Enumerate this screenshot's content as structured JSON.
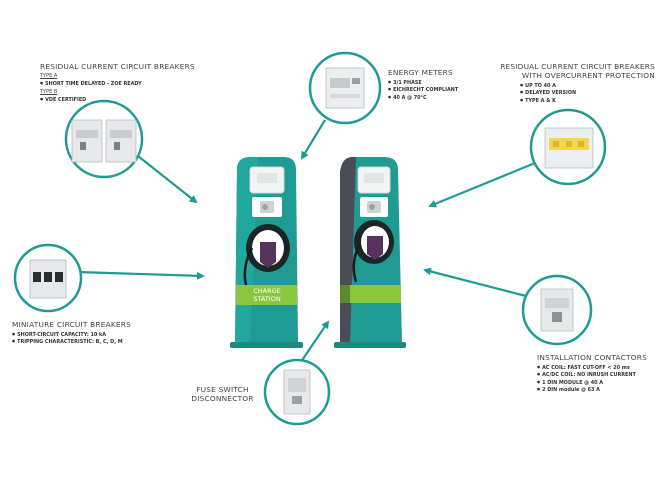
{
  "colors": {
    "teal": "#1f9b93",
    "teal_dark": "#167a74",
    "green_band": "#8cc63f",
    "grey_dark": "#4a4d55",
    "white": "#ffffff"
  },
  "station": {
    "band_line1": "CHARGE",
    "band_line2": "STATION"
  },
  "rccb": {
    "title": "RESIDUAL CURRENT CIRCUIT BREAKERS",
    "type_a_label": "TYPE A",
    "type_a_items": [
      "SHORT TIME DELAYED - ZOE READY"
    ],
    "type_b_label": "TYPE B",
    "type_b_items": [
      "VDE CERTIFIED"
    ],
    "icon": "rccb-device-icon"
  },
  "energy_meters": {
    "title": "ENERGY METERS",
    "items": [
      "3/1 PHASE",
      "EICHRECHT COMPLIANT",
      "40 A @ 70°C"
    ],
    "icon": "energy-meter-icon"
  },
  "rcbo": {
    "title_line1": "RESIDUAL CURRENT CIRCUIT BREAKERS",
    "title_line2": "WITH OVERCURRENT PROTECTION",
    "items": [
      "UP TO 40 A",
      "DELAYED VERSION",
      "TYPE A & K"
    ],
    "icon": "rcbo-device-icon"
  },
  "mcb": {
    "title": "MINIATURE CIRCUIT BREAKERS",
    "items": [
      "SHORT-CIRCUIT CAPACITY:  10 kA",
      "TRIPPING CHARACTERISTIC:  B, C, D, M"
    ],
    "icon": "mcb-device-icon"
  },
  "fuse": {
    "title_line1": "FUSE SWITCH",
    "title_line2": "DISCONNECTOR",
    "icon": "fuse-switch-icon"
  },
  "contactors": {
    "title": "INSTALLATION CONTACTORS",
    "items": [
      "AC COIL: FAST CUT-OFF < 20 ms",
      "AC/DC COIL: NO INRUSH CURRENT",
      "1 DIN MODULE @ 40 A",
      "2 DIN module @ 63 A"
    ],
    "icon": "contactor-device-icon"
  }
}
